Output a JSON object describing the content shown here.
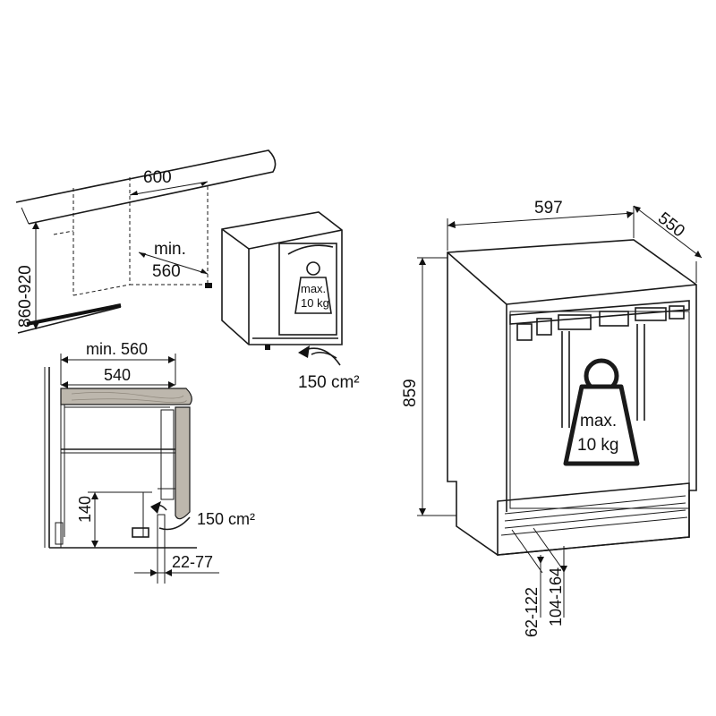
{
  "niche_view": {
    "width_label": "600",
    "min_depth_label_1": "min.",
    "min_depth_label_2": "560",
    "height_range_label": "860-920",
    "ventilation_label": "150 cm²",
    "weight_label_1": "max.",
    "weight_label_2": "10 kg"
  },
  "section_view": {
    "min_depth_label": "min. 560",
    "depth_label": "540",
    "plinth_height_label": "140",
    "ventilation_label": "150 cm²",
    "plinth_setback_label": "22-77"
  },
  "appliance_view": {
    "width_label": "597",
    "depth_label": "550",
    "height_label": "859",
    "weight_label_1": "max.",
    "weight_label_2": "10 kg",
    "plinth_range_a": "62-122",
    "plinth_range_b": "104-164"
  },
  "colors": {
    "line": "#1a1a1a",
    "wood": "#bdb7ad",
    "background": "#ffffff"
  }
}
